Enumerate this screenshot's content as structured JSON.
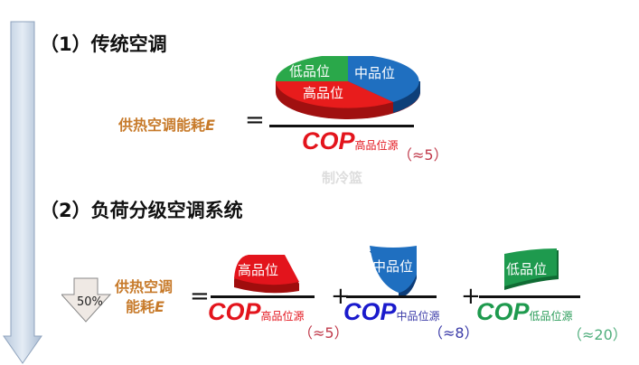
{
  "section1": {
    "title": "（1）传统空调",
    "lhs_label": "供热空调能耗",
    "lhs_var": "E",
    "equals": "=",
    "pie": {
      "slices": [
        {
          "label": "低品位",
          "color": "#2aa84a"
        },
        {
          "label": "中品位",
          "color": "#1f6fc0"
        },
        {
          "label": "高品位",
          "color": "#e81c1c"
        }
      ]
    },
    "cop": "COP",
    "cop_sub": "高品位源",
    "approx": "（≈5）"
  },
  "section2": {
    "title": "（2）负荷分级空调系统",
    "reduction": "50%",
    "lhs_label_line1": "供热空调",
    "lhs_label_line2": "能耗",
    "lhs_var": "E",
    "equals": "=",
    "plus": "+",
    "terms": [
      {
        "shape_label": "高品位",
        "cop": "COP",
        "cop_sub": "高品位源",
        "approx": "（≈5）",
        "color": "#e3141c"
      },
      {
        "shape_label": "中品位",
        "cop": "COP",
        "cop_sub": "中品位源",
        "approx": "（≈8）",
        "color": "#1a1acc"
      },
      {
        "shape_label": "低品位",
        "cop": "COP",
        "cop_sub": "低品位源",
        "approx": "（≈20）",
        "color": "#1e9a4e"
      }
    ]
  },
  "watermark": "制冷篮"
}
